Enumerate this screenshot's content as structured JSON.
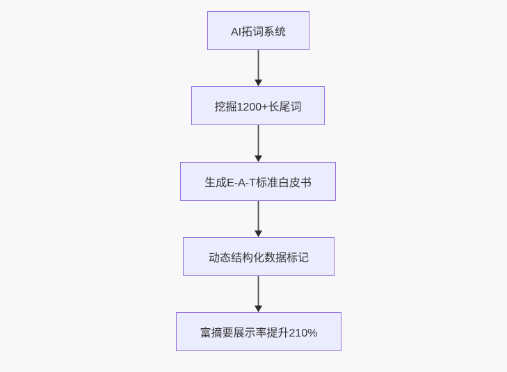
{
  "diagram": {
    "type": "flowchart",
    "direction": "top-down",
    "colors": {
      "node_fill": "#ECECFF",
      "node_border": "#9370DB",
      "node_text": "#333333",
      "edge_line": "#4b4b4b",
      "edge_arrowhead": "#2b2b2b",
      "background": "#f8f8f8"
    },
    "nodes": [
      {
        "label": "AI拓词系统"
      },
      {
        "label": "挖掘1200+长尾词"
      },
      {
        "label": "生成E-A-T标准白皮书"
      },
      {
        "label": "动态结构化数据标记"
      },
      {
        "label": "富摘要展示率提升210%"
      }
    ],
    "edges": [
      {
        "from": 0,
        "to": 1,
        "arrow": "down"
      },
      {
        "from": 1,
        "to": 2,
        "arrow": "down"
      },
      {
        "from": 2,
        "to": 3,
        "arrow": "down"
      },
      {
        "from": 3,
        "to": 4,
        "arrow": "down"
      }
    ]
  }
}
